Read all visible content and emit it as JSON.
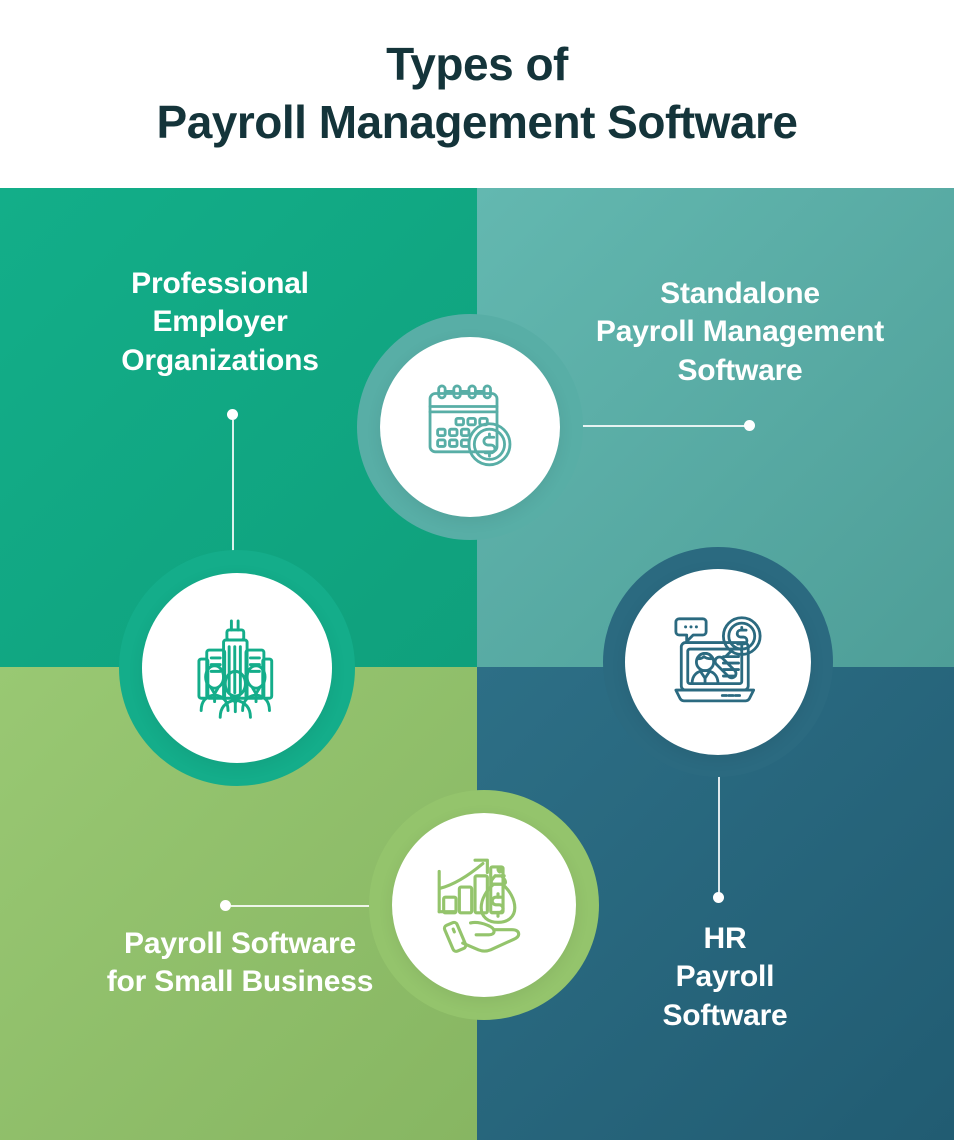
{
  "header": {
    "title_line1": "Types of",
    "title_line2": "Payroll Management Software",
    "title_color": "#14343a"
  },
  "palette": {
    "top_left": "#14ad8a",
    "top_right": "#5fb3ac",
    "bottom_left": "#94c46c",
    "bottom_right": "#2b6a80",
    "page_background": "#ffffff",
    "label_text": "#ffffff",
    "connector": "#ffffff"
  },
  "quadrants": [
    {
      "id": "professional-employer-organizations",
      "position": "top-left",
      "color": "#14ad8a",
      "label": "Professional\nEmployer\nOrganizations",
      "icon": "office-buildings-people-icon",
      "icon_color": "#14ad8a"
    },
    {
      "id": "standalone-payroll-management-software",
      "position": "top-right",
      "color": "#5fb3ac",
      "label": "Standalone\nPayroll Management\nSoftware",
      "icon": "calendar-dollar-coin-icon",
      "icon_color": "#58aea6"
    },
    {
      "id": "payroll-software-for-small-business",
      "position": "bottom-left",
      "color": "#94c46c",
      "label": "Payroll Software\nfor Small Business",
      "icon": "growth-chart-money-bag-hand-icon",
      "icon_color": "#94c46c"
    },
    {
      "id": "hr-payroll-software",
      "position": "bottom-right",
      "color": "#2b6a80",
      "label": "HR\nPayroll\nSoftware",
      "icon": "laptop-employee-magnifier-dollar-icon",
      "icon_color": "#2b6a80"
    }
  ]
}
